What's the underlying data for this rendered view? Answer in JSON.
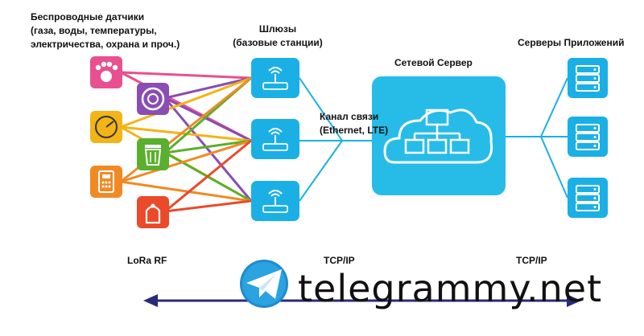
{
  "labels": {
    "sensors_title": [
      "Беспроводные датчики",
      "(газа, воды, температуры,",
      "электричества, охрана и проч.)"
    ],
    "gateways_title": [
      "Шлюзы",
      "(базовые станции)"
    ],
    "network_server": "Сетевой Сервер",
    "channel": [
      "Канал связи",
      "(Ethernet, LTE)"
    ],
    "app_servers": "Серверы Приложений",
    "lora": "LoRa RF",
    "tcp1": "TCP/IP",
    "tcp2": "TCP/IP"
  },
  "watermark": "telegrammy.net",
  "icons": {
    "sensors": [
      {
        "name": "pet-sensor-icon",
        "color": "#e8508f"
      },
      {
        "name": "smoke-detector-icon",
        "color": "#8a4db3"
      },
      {
        "name": "gauge-meter-icon",
        "color": "#f2b417"
      },
      {
        "name": "waste-bin-sensor-icon",
        "color": "#5aaf2e"
      },
      {
        "name": "electric-meter-icon",
        "color": "#f08a24"
      },
      {
        "name": "alarm-tag-icon",
        "color": "#ea4a2a"
      }
    ],
    "gateways": [
      "gateway-icon",
      "gateway-icon",
      "gateway-icon"
    ],
    "servers": [
      "server-rack-icon",
      "server-rack-icon",
      "server-rack-icon"
    ]
  },
  "colors": {
    "blue": "#1ab0e6",
    "server_bg": "#27bce8",
    "arrow": "#2a2a7a"
  }
}
